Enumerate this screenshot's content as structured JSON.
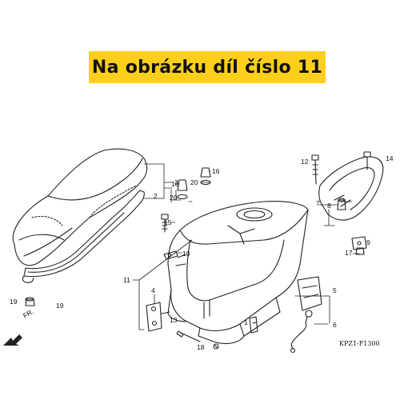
{
  "banner": {
    "text": "Na obrázku díl číslo 11",
    "color": "#fecf1a"
  },
  "diagram": {
    "direction_label": "FR.",
    "code": "KPZ1-F1300",
    "callouts": [
      "1",
      "2",
      "3",
      "4",
      "5",
      "6",
      "7",
      "8",
      "9",
      "10",
      "11",
      "12",
      "13",
      "14",
      "15",
      "16",
      "16",
      "17",
      "18",
      "19",
      "19",
      "20",
      "20"
    ]
  }
}
